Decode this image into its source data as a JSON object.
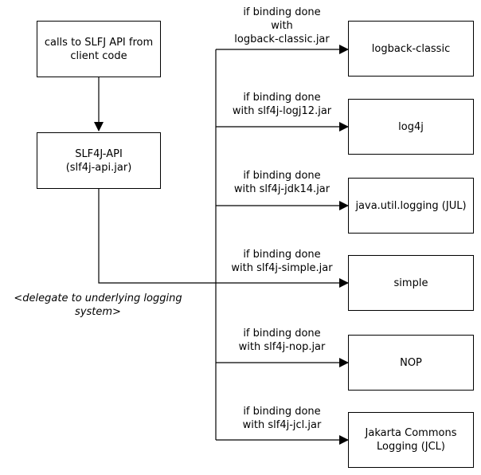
{
  "source": {
    "client_code": "calls to SLFJ API from\nclient code",
    "api": "SLF4J-API\n(slf4j-api.jar)"
  },
  "delegate_note": "<delegate to underlying logging\nsystem>",
  "bindings": [
    {
      "condition": "if binding done\nwith\nlogback-classic.jar",
      "target": "logback-classic"
    },
    {
      "condition": "if binding done\nwith slf4j-logj12.jar",
      "target": "log4j"
    },
    {
      "condition": "if binding done\nwith slf4j-jdk14.jar",
      "target": "java.util.logging (JUL)"
    },
    {
      "condition": "if binding done\nwith slf4j-simple.jar",
      "target": "simple"
    },
    {
      "condition": "if binding done\nwith slf4j-nop.jar",
      "target": "NOP"
    },
    {
      "condition": "if binding done\nwith slf4j-jcl.jar",
      "target": "Jakarta Commons\nLogging (JCL)"
    }
  ]
}
